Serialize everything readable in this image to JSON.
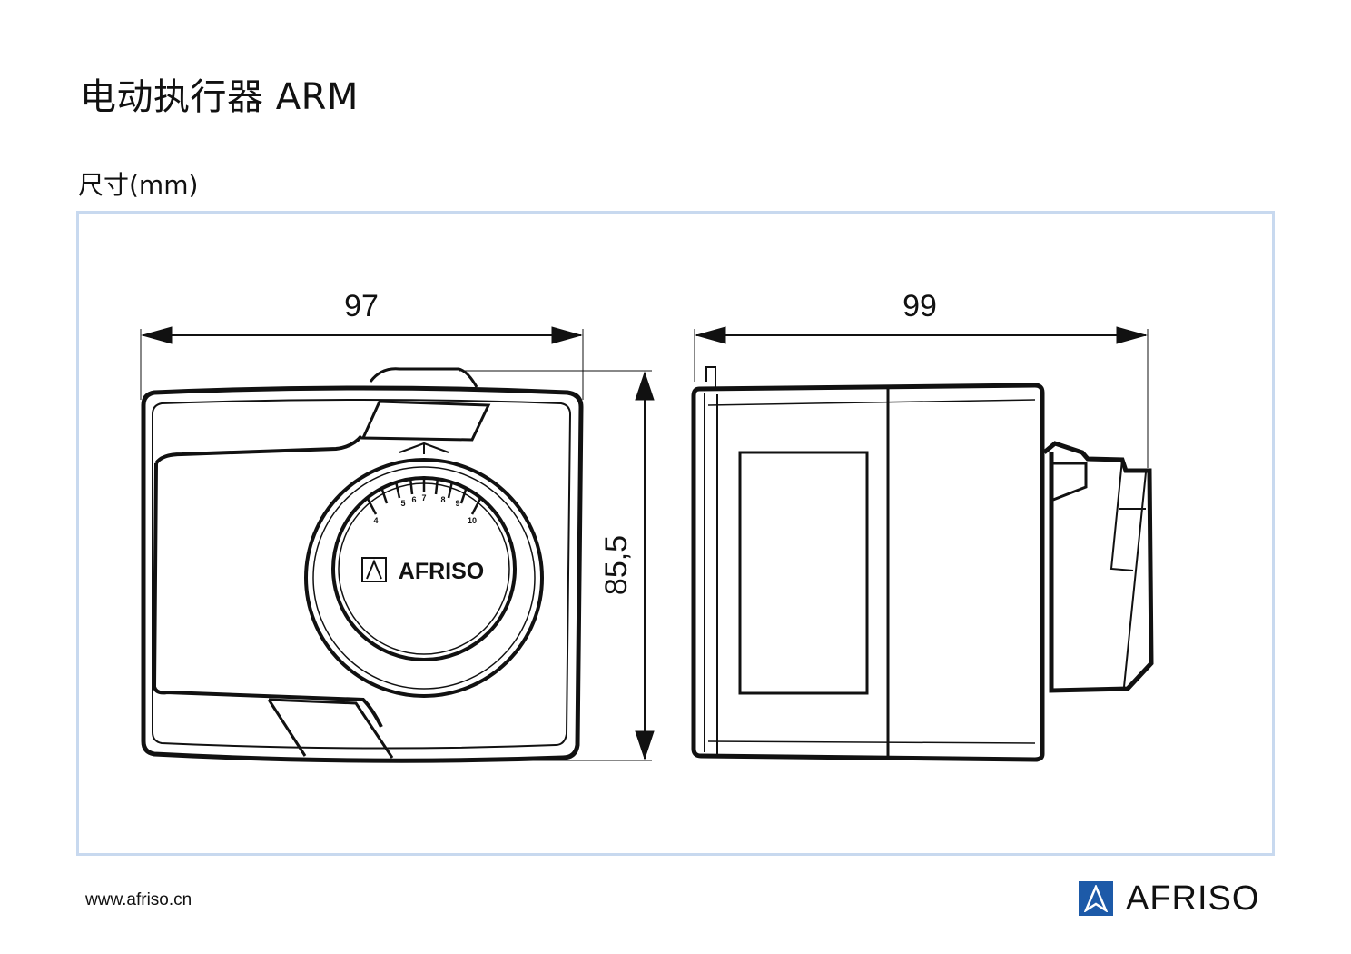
{
  "header": {
    "title": "电动执行器  ARM",
    "subtitle": "尺寸(mm)"
  },
  "drawing": {
    "front_width": "97",
    "side_width": "99",
    "height": "85,5",
    "dial_brand": "AFRISO",
    "dial_scale": [
      "4",
      "5",
      "6",
      "7",
      "8",
      "9",
      "10"
    ]
  },
  "footer": {
    "url": "www.afriso.cn",
    "brand": "AFRISO"
  },
  "colors": {
    "frame": "#c8d9ef",
    "brand_blue": "#1d5aa8"
  }
}
